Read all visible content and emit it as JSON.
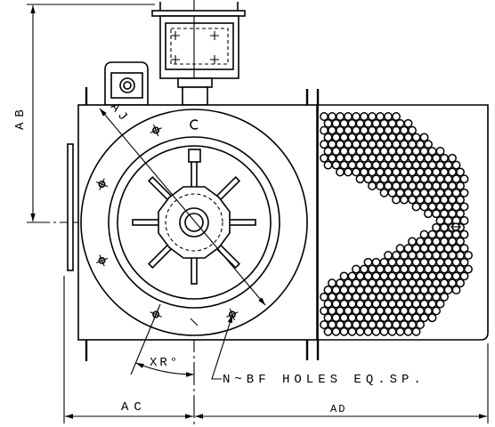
{
  "drawing": {
    "line_color": "#000000",
    "background": "#ffffff",
    "labels": {
      "ab": "AB",
      "aj": "AJ",
      "xr": "XR°",
      "holes_note": "N~BF HOLES EQ.SP.",
      "ac": "AC",
      "ad": "AD"
    }
  }
}
